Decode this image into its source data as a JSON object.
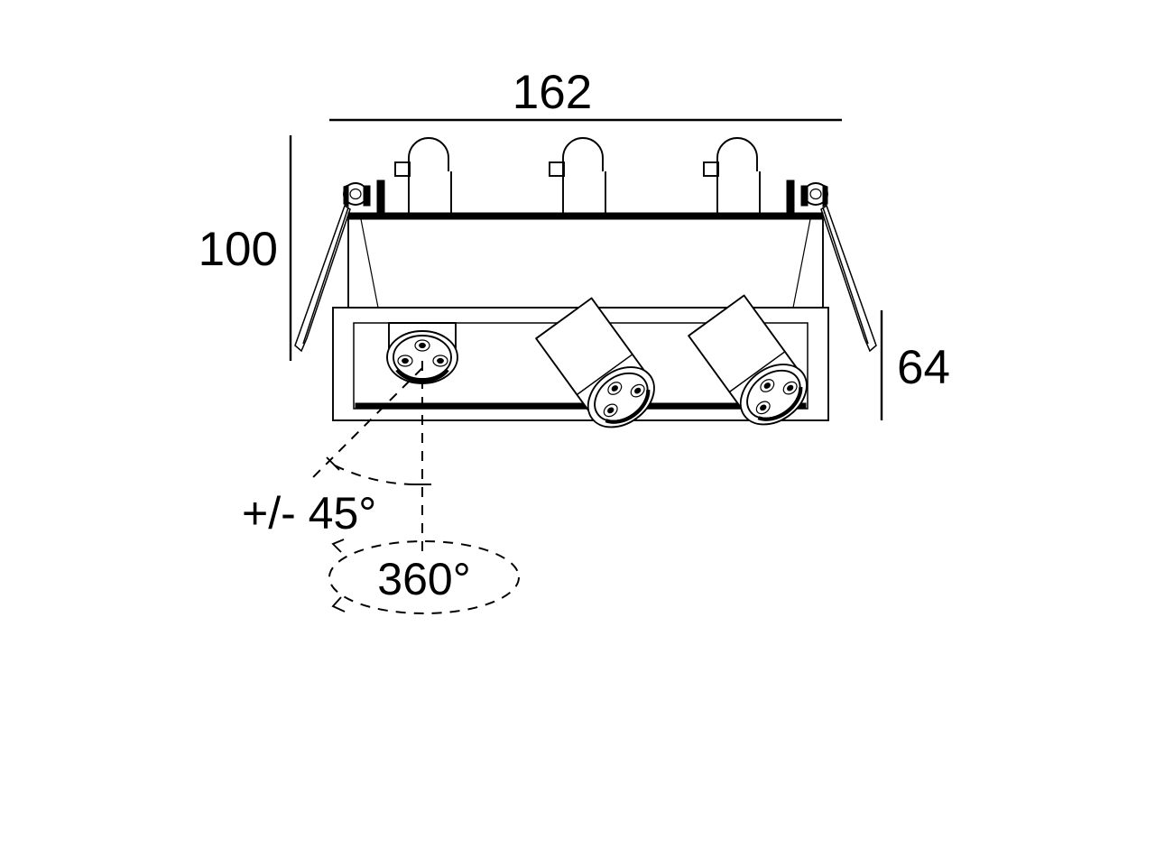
{
  "drawing": {
    "title": "Recessed multi-head adjustable spotlight - technical dimension drawing",
    "units": "mm",
    "background_color": "#ffffff",
    "line_color": "#000000"
  },
  "dimensions": {
    "width": {
      "label": "162",
      "name": "overall-width",
      "orientation": "horizontal",
      "position": "top"
    },
    "height": {
      "label": "100",
      "name": "overall-height",
      "orientation": "vertical",
      "position": "left"
    },
    "depth": {
      "label": "64",
      "name": "body-depth",
      "orientation": "vertical",
      "position": "right"
    }
  },
  "annotations": {
    "tilt": {
      "label": "+/- 45°",
      "name": "tilt-range",
      "description": "head tilt adjustment range"
    },
    "rotation": {
      "label": "360°",
      "name": "rotation-range",
      "description": "head rotation range"
    }
  },
  "product": {
    "heads_count": 3,
    "drivers_count": 3,
    "spring_clips_count": 2
  }
}
